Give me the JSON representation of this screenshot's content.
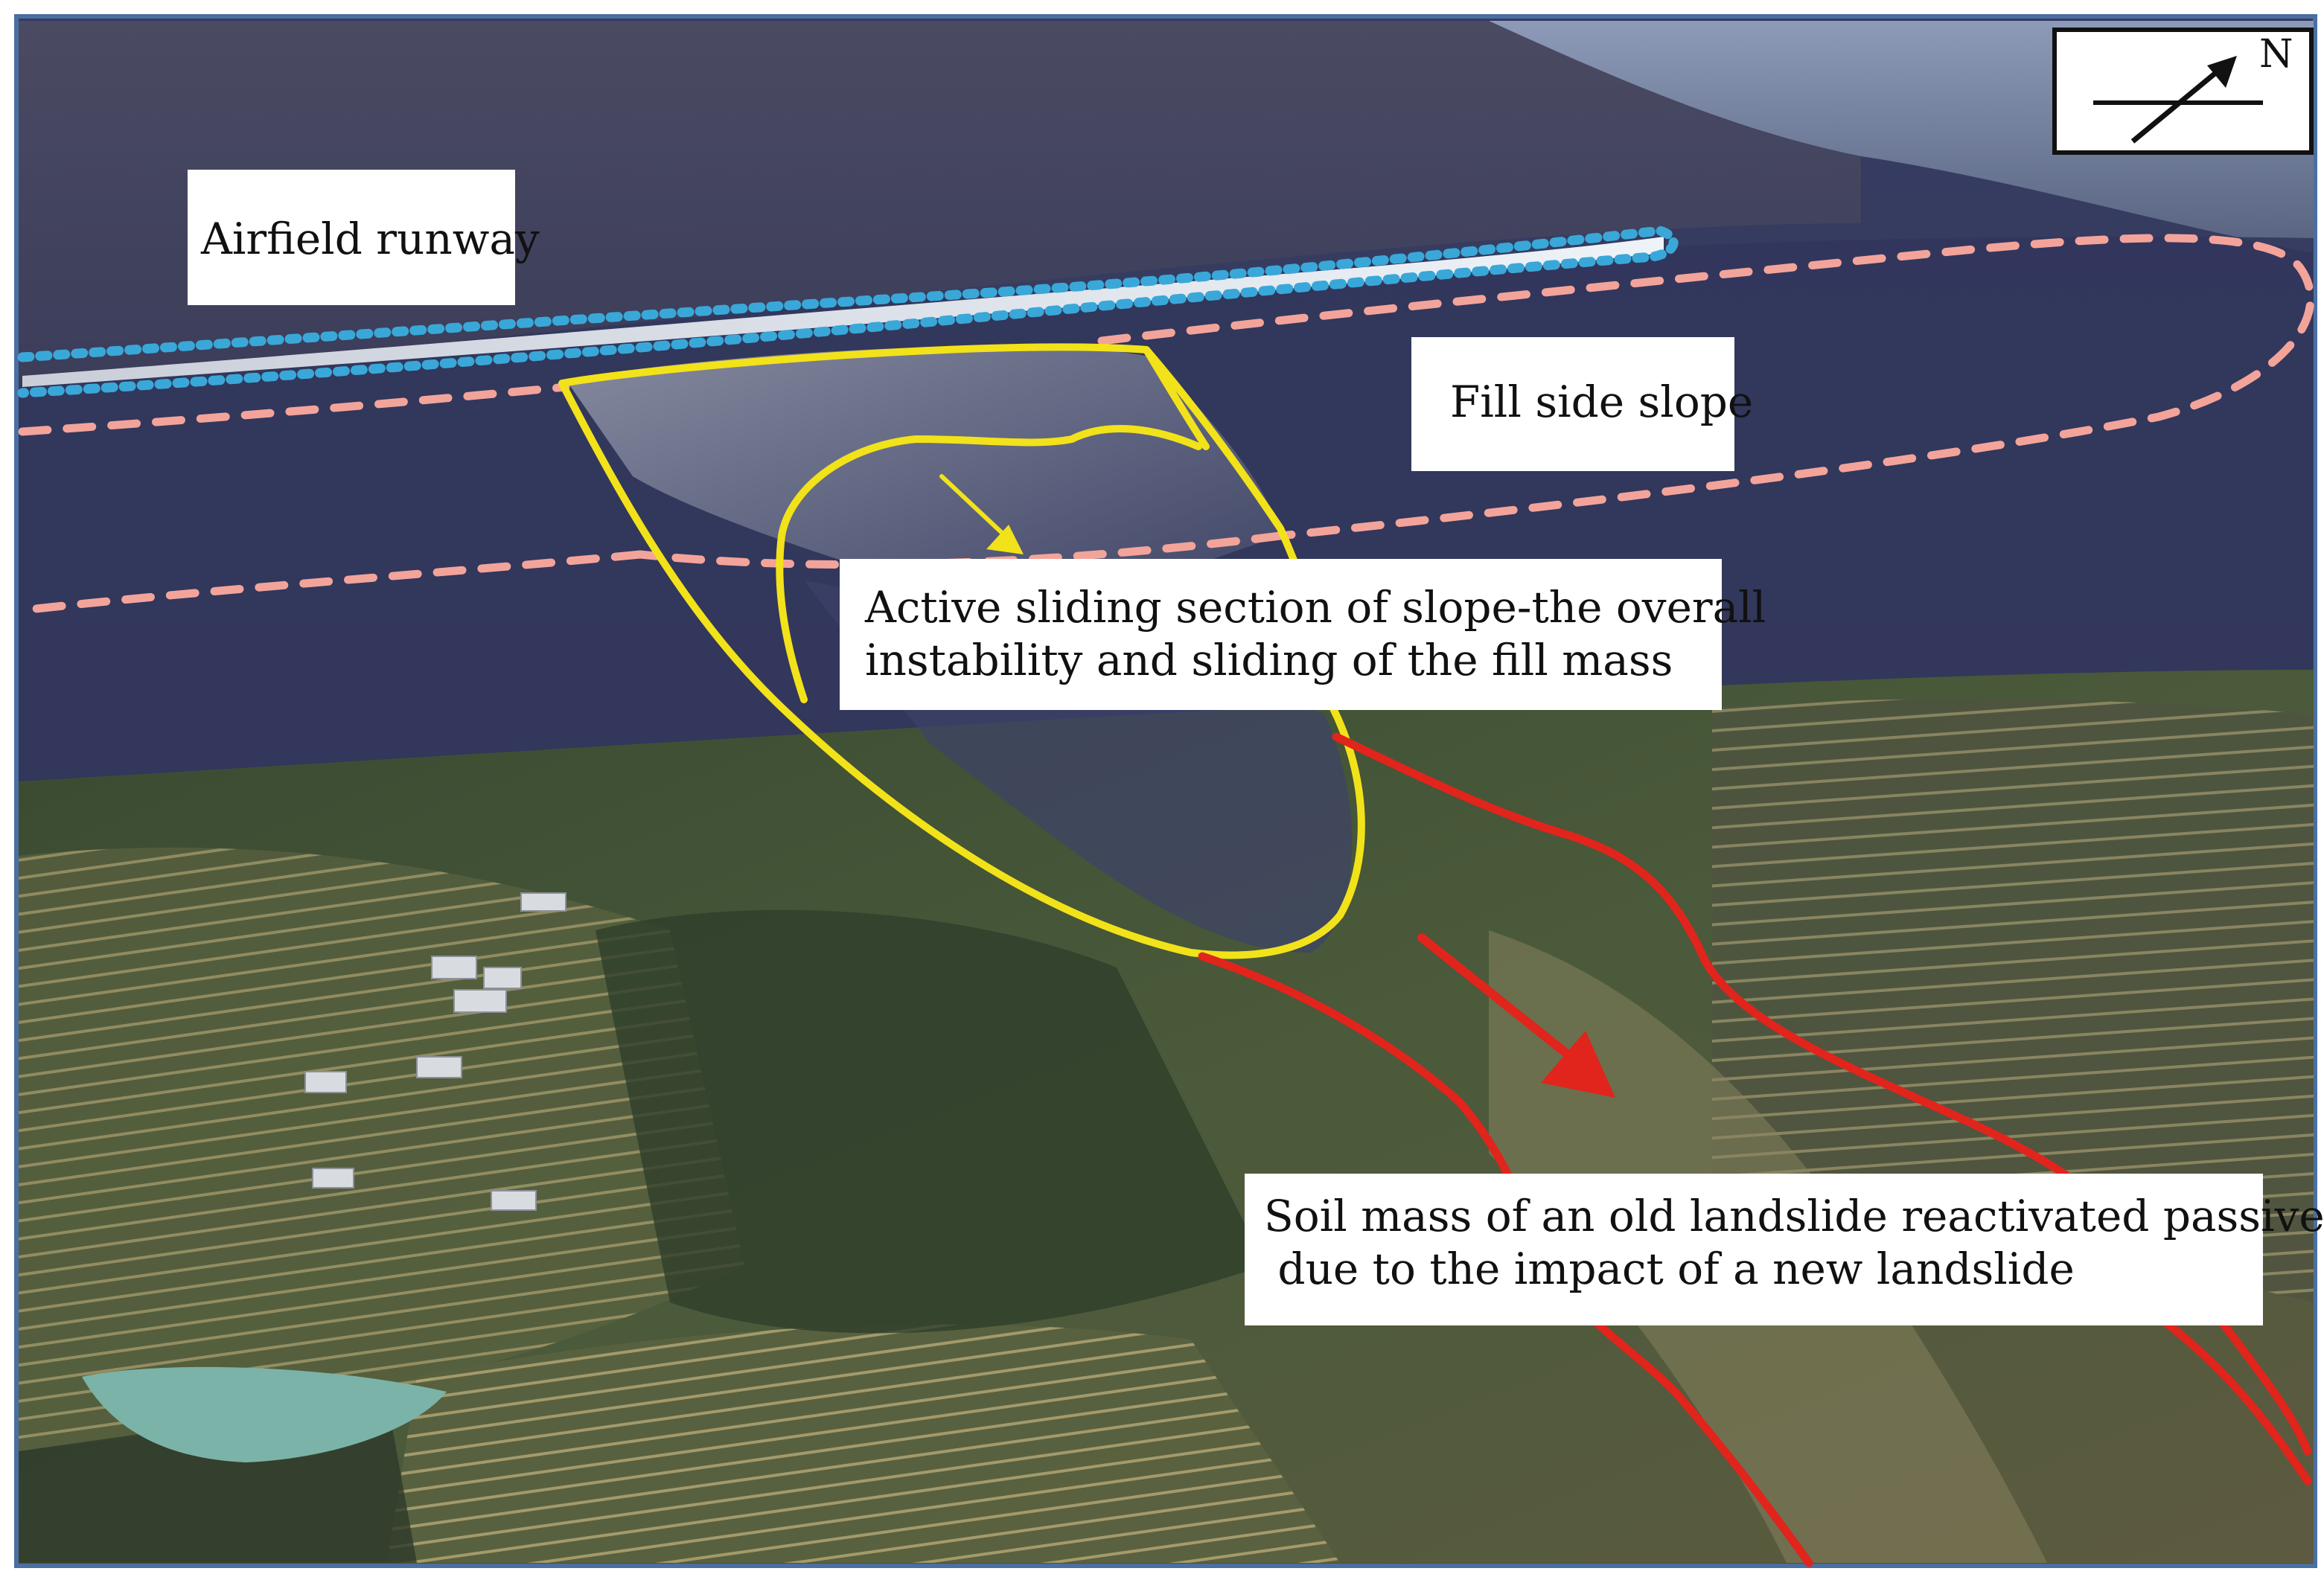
{
  "labels": {
    "airfield_runway": "Airfield runway",
    "fill_side_slope": "Fill side slope",
    "active_sliding_line1": "Active sliding section of slope-the overall",
    "active_sliding_line2": "instability and sliding of the fill mass",
    "old_landslide_line1": "Soil mass of an old landslide reactivated passively",
    "old_landslide_line2": " due to the impact of a new landslide",
    "north": "N"
  },
  "colors": {
    "frame": "#4a6fa0",
    "runway_outline": "#39a8d8",
    "fill_slope_outline": "#f3a49a",
    "active_slide_outline": "#f2e21a",
    "old_landslide_outline": "#e1241c",
    "label_background": "#ffffff"
  },
  "icons": {
    "compass": "north-arrow-icon"
  }
}
